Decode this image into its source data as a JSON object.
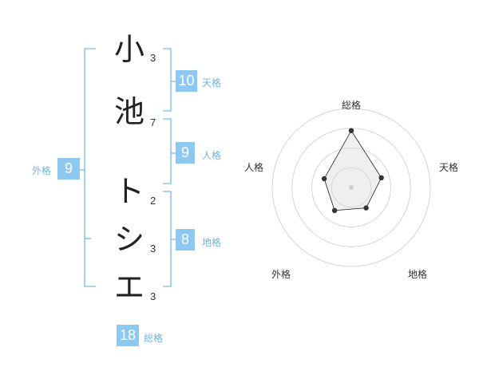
{
  "characters": [
    {
      "char": "小",
      "strokes": "3"
    },
    {
      "char": "池",
      "strokes": "7"
    },
    {
      "char": "ト",
      "strokes": "2"
    },
    {
      "char": "シ",
      "strokes": "3"
    },
    {
      "char": "エ",
      "strokes": "3"
    }
  ],
  "fortunes": {
    "tenkaku": {
      "value": "10",
      "label": "天格"
    },
    "jinkaku": {
      "value": "9",
      "label": "人格"
    },
    "chikaku": {
      "value": "8",
      "label": "地格"
    },
    "gaikaku": {
      "value": "9",
      "label": "外格"
    },
    "soukaku": {
      "value": "18",
      "label": "総格"
    }
  },
  "colors": {
    "accent": "#8cc8f0",
    "bracket": "#8cc8f0",
    "label": "#6cb4e4"
  },
  "chart_data": {
    "type": "radar",
    "axes": [
      "総格",
      "天格",
      "地格",
      "外格",
      "人格"
    ],
    "values": [
      18,
      10,
      8,
      9,
      9
    ],
    "grid_rings": 4,
    "grid": true
  }
}
